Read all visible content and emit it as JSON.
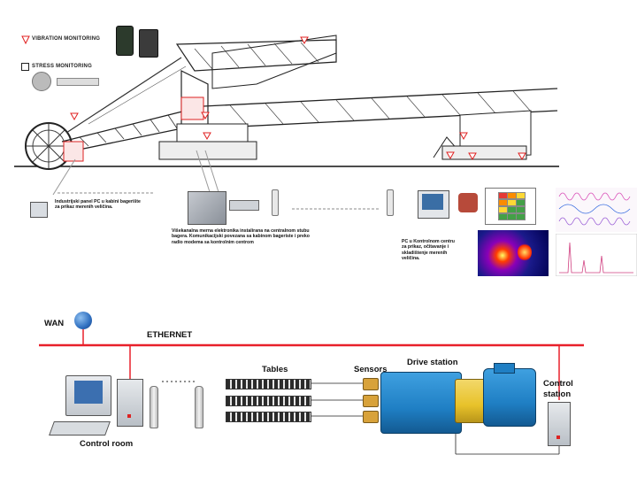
{
  "legend": {
    "vibration_label": "VIBRATION MONITORING",
    "stress_label": "STRESS MONITORING"
  },
  "captions": {
    "panel_pc": [
      "Industrijski panel PC u kabini bagerište",
      "za prikaz merenih veličina."
    ],
    "multichannel": [
      "Višekanalna merna elektronika instalirana na centralnom stubu",
      "bagera. Komunikacijski povezana sa kabinom bageriste i preko",
      "radio modema sa kontrolnim centrom"
    ],
    "pc_control": [
      "PC u Kontrolnom centru",
      "za prikaz, očitavanje i",
      "skladištenje merenih",
      "veličina."
    ]
  },
  "network": {
    "wan": "WAN",
    "ethernet": "ETHERNET",
    "tables": "Tables",
    "sensors": "Sensors",
    "drive_station": "Drive station",
    "control_station": [
      "Control",
      "station"
    ],
    "control_room": "Control room"
  },
  "colors": {
    "ethernet_line": "#e8202a",
    "motor_blue": "#1f7fc4",
    "coupling_yellow": "#e8c22a",
    "globe": "#2f6fc0"
  }
}
